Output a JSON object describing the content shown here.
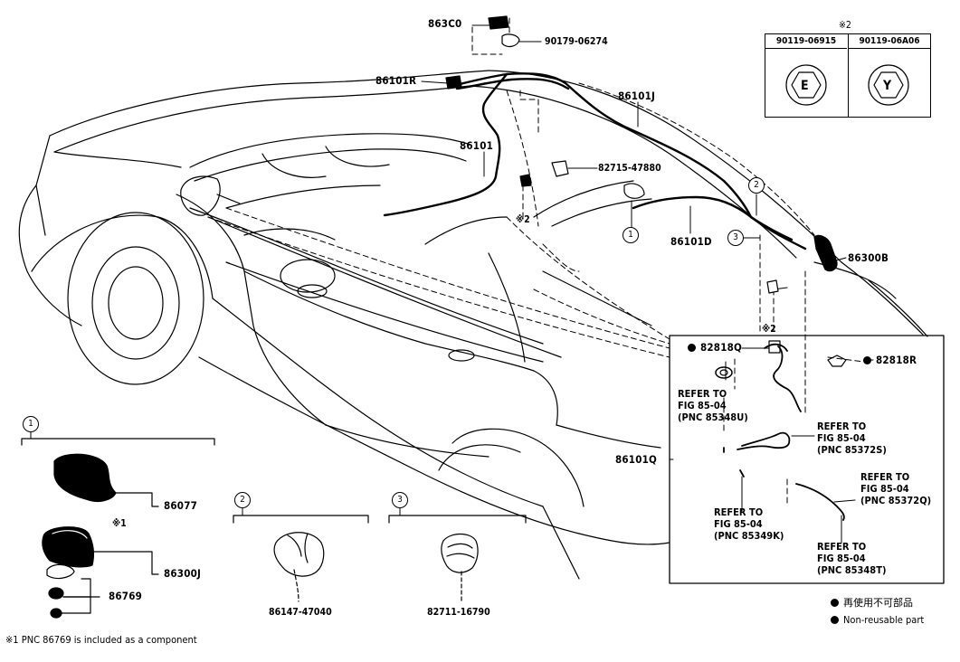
{
  "parts": {
    "p863C0": "863C0",
    "p90179": "90179-06274",
    "p86101R": "86101R",
    "p86101J": "86101J",
    "p86101": "86101",
    "p82715": "82715-47880",
    "p86101D": "86101D",
    "p86300B": "86300B",
    "p82818Q": "82818Q",
    "p82818R": "82818R",
    "p86101Q": "86101Q",
    "p86077": "86077",
    "p86300J": "86300J",
    "p86769": "86769",
    "p86147": "86147-47040",
    "p82711": "82711-16790"
  },
  "mark_x2": "※2",
  "mark_x1": "※1",
  "callouts": [
    "1",
    "2",
    "3"
  ],
  "fastener_table": {
    "mark": "※2",
    "col1": "90119-06915",
    "col2": "90119-06A06",
    "col1_symbol": "E",
    "col2_symbol": "Y"
  },
  "refs": {
    "ref1": [
      "REFER TO",
      "FIG 85-04",
      "(PNC 85348U)"
    ],
    "ref2": [
      "REFER TO",
      "FIG 85-04",
      "(PNC 85372S)"
    ],
    "ref3": [
      "REFER TO",
      "FIG 85-04",
      "(PNC 85372Q)"
    ],
    "ref4": [
      "REFER TO",
      "FIG 85-04",
      "(PNC 85349K)"
    ],
    "ref5": [
      "REFER TO",
      "FIG 85-04",
      "(PNC 85348T)"
    ]
  },
  "legend": {
    "jp": "再使用不可部品",
    "en": "Non-reusable part"
  },
  "footnote": "※1 PNC 86769 is included as a component"
}
